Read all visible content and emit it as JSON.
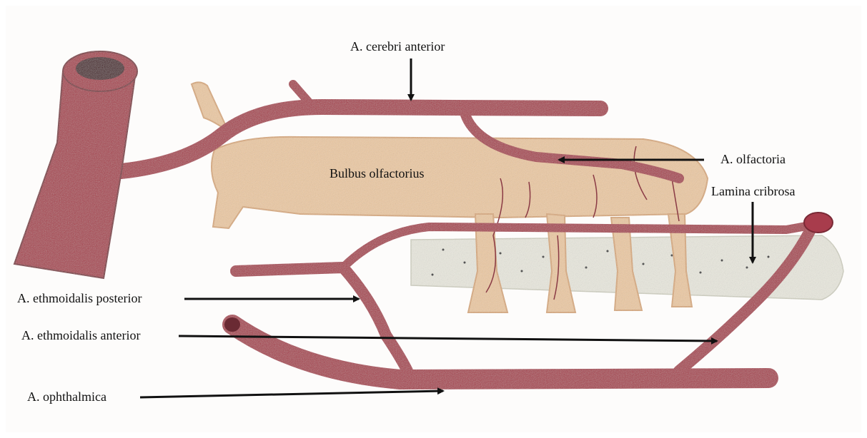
{
  "colors": {
    "artery": "#a83c4c",
    "artery_dark": "#7a2a36",
    "bulb": "#ecc9a2",
    "bulb_edge": "#d9a97a",
    "lamina": "#e9e8de",
    "paper": "#fdfcfb",
    "arrow": "#111111"
  },
  "labels": {
    "cerebri_anterior": "A. cerebri anterior",
    "olfactoria": "A. olfactoria",
    "bulbus": "Bulbus olfactorius",
    "lamina": "Lamina cribrosa",
    "ethmoidalis_posterior": "A. ethmoidalis posterior",
    "ethmoidalis_anterior": "A. ethmoidalis anterior",
    "ophthalmica": "A. ophthalmica"
  }
}
